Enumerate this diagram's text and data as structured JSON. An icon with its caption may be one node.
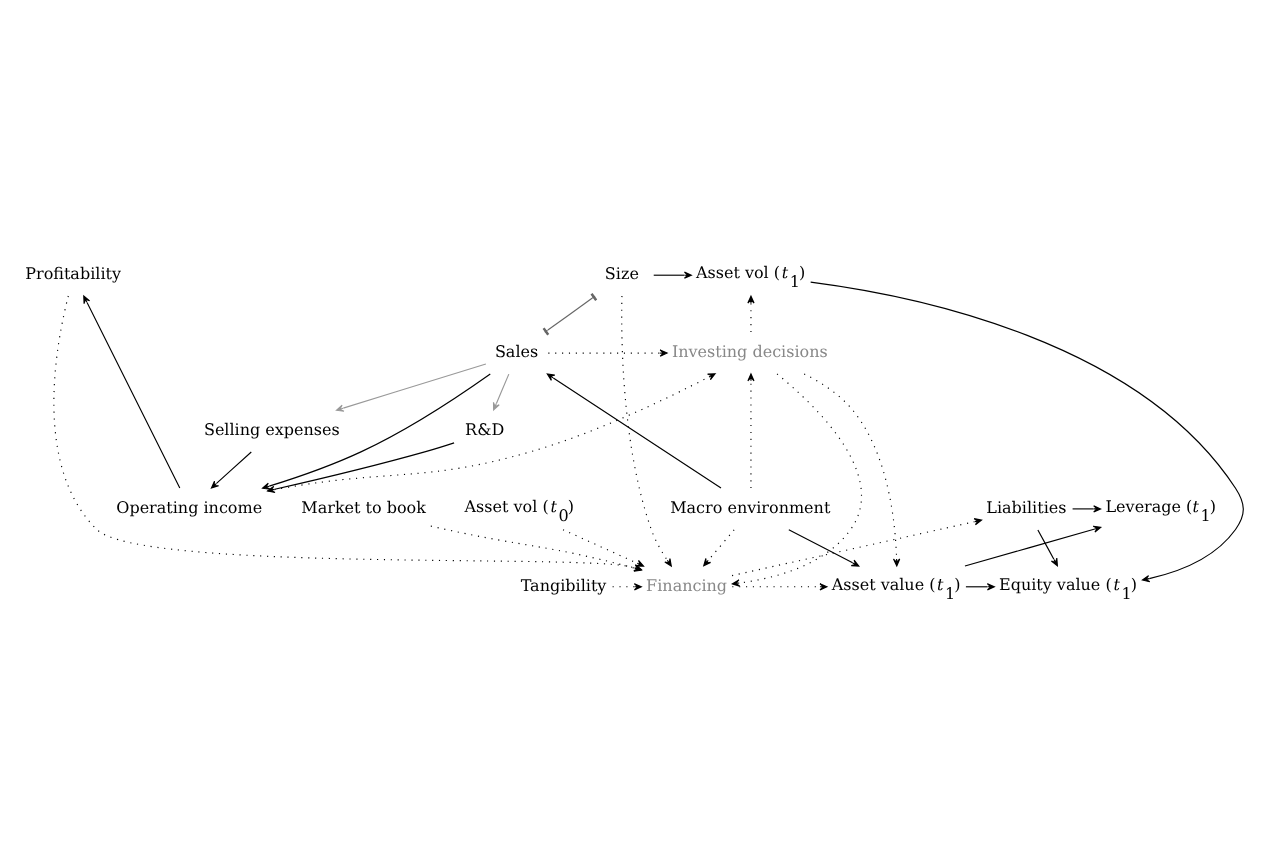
{
  "diagram": {
    "nodes": [
      {
        "text": [
          "Market to book"
        ]
      },
      {
        "text": [
          "Asset vol (*t*$_{0}$)"
        ]
      },
      {
        "text": [
          "Liabilities"
        ]
      },
      {
        "text": [
          "Leverage (*t*$_{1}$)"
        ]
      },
      {
        "text": [
          "Tangibility"
        ]
      },
      {
        "text": [
          "Financing"
        ]
      },
      {
        "text": [
          "Equity value (*t*$_{1}$)"
        ]
      },
      {
        "text": [
          "Asset value (*t*$_{1}$)"
        ]
      },
      {
        "text": [
          "Profitability"
        ]
      },
      {
        "text": [
          "Size"
        ]
      },
      {
        "text": [
          "Asset vol (*t*$_{1}$)"
        ]
      },
      {
        "text": [
          "Sales"
        ]
      },
      {
        "text": [
          "Investing decisions"
        ]
      },
      {
        "text": [
          "Operating income"
        ]
      },
      {
        "text": [
          "Macro environment"
        ]
      },
      {
        "text": [
          "R&D"
        ]
      },
      {
        "text": [
          "Selling expenses"
        ]
      }
    ],
    "edges": [
      {
        "from": 0,
        "to": 5,
        "arrow": "to",
        "style": "dashed"
      },
      {
        "from": 1,
        "to": 5,
        "arrow": "to",
        "style": "dashed"
      },
      {
        "from": 5,
        "to": 2,
        "arrow": "to",
        "style": "dashed"
      },
      {
        "from": 2,
        "to": 3,
        "arrow": "to"
      },
      {
        "from": 4,
        "to": 5,
        "arrow": "to",
        "style": "dashed"
      },
      {
        "from": 2,
        "to": 6,
        "arrow": "to"
      },
      {
        "from": 7,
        "to": 6,
        "arrow": "to"
      },
      {
        "from": 7,
        "to": 3,
        "arrow": "to"
      },
      {
        "from": 5,
        "to": 7,
        "arrow": "to",
        "style": "dashed"
      },
      {
        "from": 8,
        "to": 5,
        "arrow": "to",
        "style": "dashed"
      },
      {
        "from": 9,
        "to": 5,
        "arrow": "to",
        "style": "dashed"
      },
      {
        "from": 12,
        "to": 5,
        "arrow": "to",
        "style": "dashed"
      },
      {
        "from": 14,
        "to": 5,
        "arrow": "to",
        "style": "dashed"
      },
      {
        "from": 9,
        "to": 10,
        "arrow": "to"
      },
      {
        "from": 10,
        "to": 6,
        "arrow": "to"
      },
      {
        "from": 9,
        "to": 11,
        "arrow": "other",
        "color": "#666666"
      },
      {
        "from": 11,
        "to": 12,
        "arrow": "to",
        "style": "dashed"
      },
      {
        "from": 12,
        "to": 10,
        "arrow": "to",
        "style": "dashed"
      },
      {
        "from": 12,
        "to": 7,
        "arrow": "to",
        "style": "dashed"
      },
      {
        "from": 14,
        "to": 12,
        "arrow": "to",
        "style": "dashed"
      },
      {
        "from": 14,
        "to": 11,
        "arrow": "to"
      },
      {
        "from": 14,
        "to": 7,
        "arrow": "to"
      },
      {
        "from": 11,
        "to": 13,
        "arrow": "to"
      },
      {
        "from": 11,
        "to": 15,
        "arrow": "to",
        "color": "#999999"
      },
      {
        "from": 11,
        "to": 16,
        "arrow": "to",
        "color": "#999999"
      },
      {
        "from": 13,
        "to": 12,
        "arrow": "to",
        "style": "dashed"
      },
      {
        "from": 13,
        "to": 8,
        "arrow": "to"
      },
      {
        "from": 15,
        "to": 13,
        "arrow": "to"
      },
      {
        "from": 16,
        "to": 13,
        "arrow": "to"
      }
    ]
  }
}
